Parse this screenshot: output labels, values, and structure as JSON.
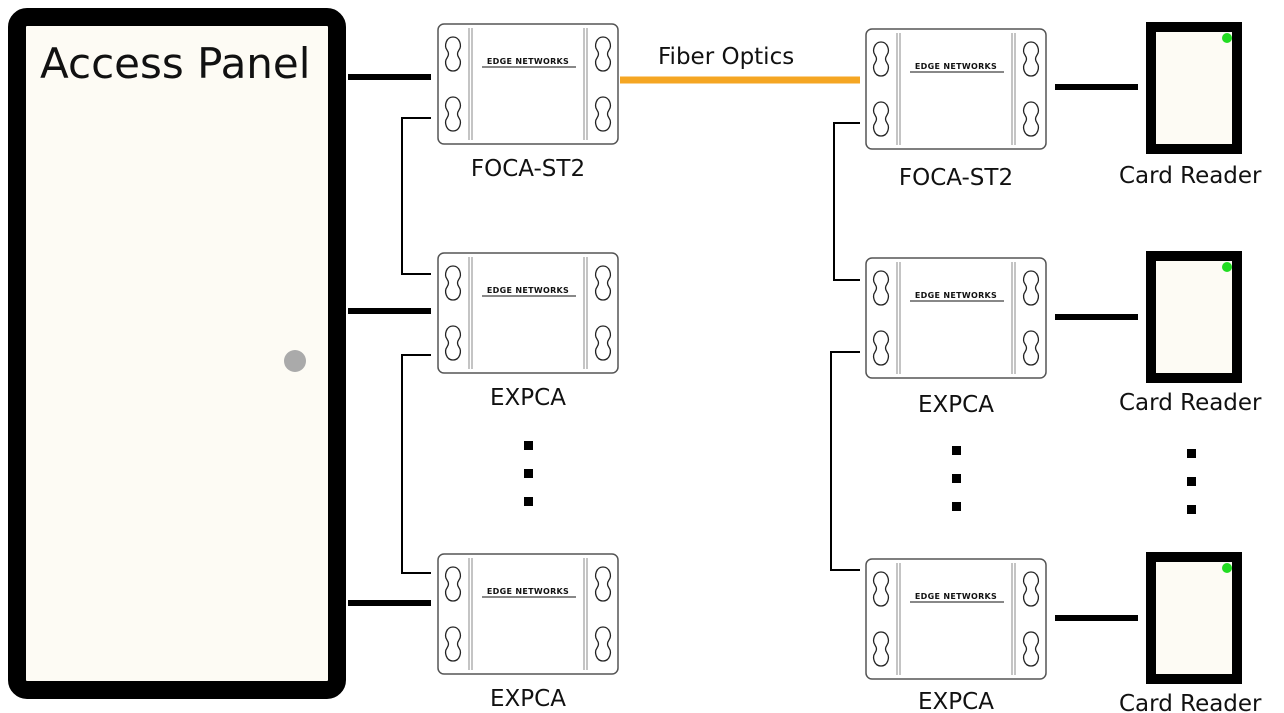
{
  "panel": {
    "title": "Access Panel"
  },
  "fiber": {
    "label": "Fiber Optics",
    "color": "#f5a623"
  },
  "left_column": [
    {
      "label": "FOCA-ST2",
      "brand": "EDGE NETWORKS"
    },
    {
      "label": "EXPCA",
      "brand": "EDGE NETWORKS"
    },
    {
      "label": "EXPCA",
      "brand": "EDGE NETWORKS"
    }
  ],
  "right_column": [
    {
      "label": "FOCA-ST2",
      "brand": "EDGE NETWORKS"
    },
    {
      "label": "EXPCA",
      "brand": "EDGE NETWORKS"
    },
    {
      "label": "EXPCA",
      "brand": "EDGE NETWORKS"
    }
  ],
  "readers": [
    {
      "label": "Card Reader",
      "led_color": "#22dd22"
    },
    {
      "label": "Card Reader",
      "led_color": "#22dd22"
    },
    {
      "label": "Card Reader",
      "led_color": "#22dd22"
    }
  ],
  "colors": {
    "panel_fill": "#fdfbf4",
    "panel_border": "#000000",
    "door_knob": "#aaaaaa"
  }
}
